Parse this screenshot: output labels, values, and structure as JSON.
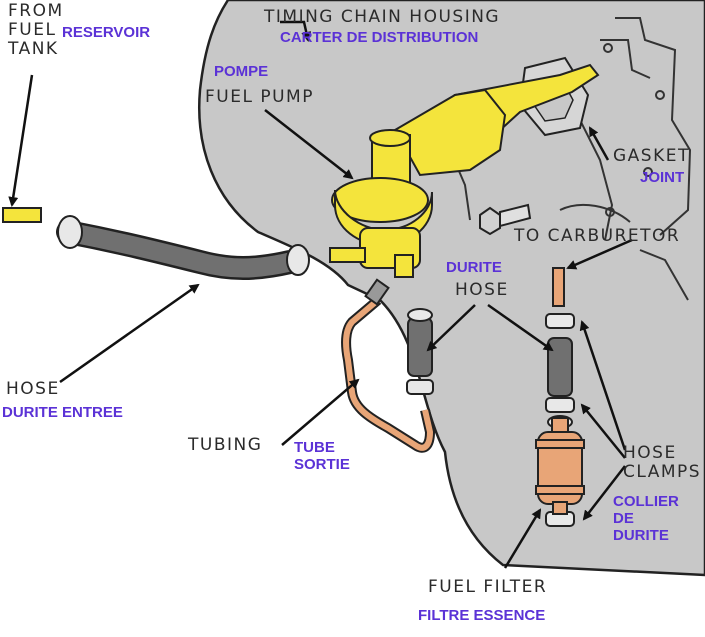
{
  "colors": {
    "housing": "#c8c8c8",
    "pump": "#f4e43c",
    "tubing": "#e8a577",
    "hose": "#707070",
    "french_label": "#5b32d6",
    "english_label": "#2b2b2b"
  },
  "labels": {
    "from_fuel_tank": "FROM\nFUEL\nTANK",
    "reservoir": "RESERVOIR",
    "timing_chain_housing": "TIMING CHAIN HOUSING",
    "carter_de_distribution": "CARTER DE DISTRIBUTION",
    "pompe": "POMPE",
    "fuel_pump": "FUEL PUMP",
    "gasket": "GASKET",
    "joint": "JOINT",
    "to_carburetor": "TO CARBURETOR",
    "durite": "DURITE",
    "hose": "HOSE",
    "hose_inlet": "HOSE",
    "durite_entree": "DURITE ENTREE",
    "tubing": "TUBING",
    "tube_sortie": "TUBE\nSORTIE",
    "hose_clamps": "HOSE\nCLAMPS",
    "collier_de_durite": "COLLIER\nDE\nDURITE",
    "fuel_filter": "FUEL FILTER",
    "filtre_essence": "FILTRE ESSENCE"
  }
}
